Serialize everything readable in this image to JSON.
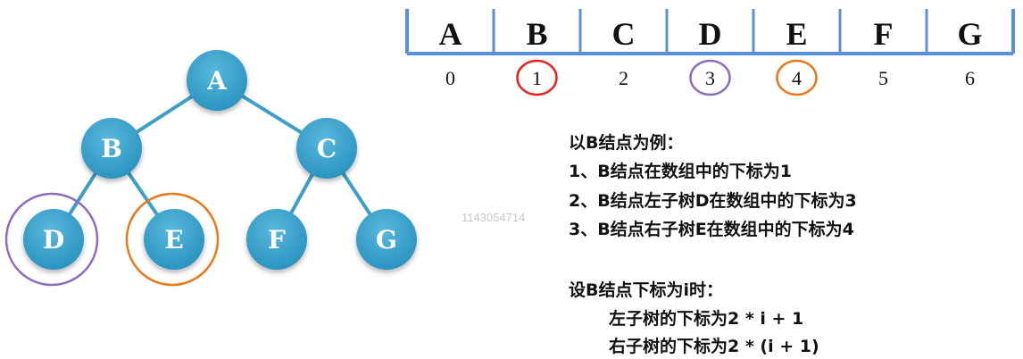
{
  "tree": {
    "nodes": [
      "A",
      "B",
      "C",
      "D",
      "E",
      "F",
      "G"
    ],
    "edges": [
      [
        "A",
        "B"
      ],
      [
        "A",
        "C"
      ],
      [
        "B",
        "D"
      ],
      [
        "B",
        "E"
      ],
      [
        "C",
        "F"
      ],
      [
        "C",
        "G"
      ]
    ],
    "highlight": {
      "D": "#8e6cc0",
      "E": "#e87818"
    },
    "node_color": "#3aa3cc"
  },
  "array": {
    "cells": [
      "A",
      "B",
      "C",
      "D",
      "E",
      "F",
      "G"
    ],
    "indices": [
      "0",
      "1",
      "2",
      "3",
      "4",
      "5",
      "6"
    ],
    "highlight": {
      "1": "#e8231a",
      "3": "#8e6cc0",
      "4": "#e87818"
    },
    "border_color": "#5b8fd6"
  },
  "notes": {
    "title": "以B结点为例：",
    "line1": "1、B结点在数组中的下标为1",
    "line2": "2、B结点左子树D在数组中的下标为3",
    "line3": "3、B结点右子树E在数组中的下标为4",
    "formula_title": "设B结点下标为i时：",
    "left_formula": "左子树的下标为2 * i + 1",
    "right_formula": "右子树的下标为2 * (i + 1)"
  },
  "watermark": "1143054714"
}
